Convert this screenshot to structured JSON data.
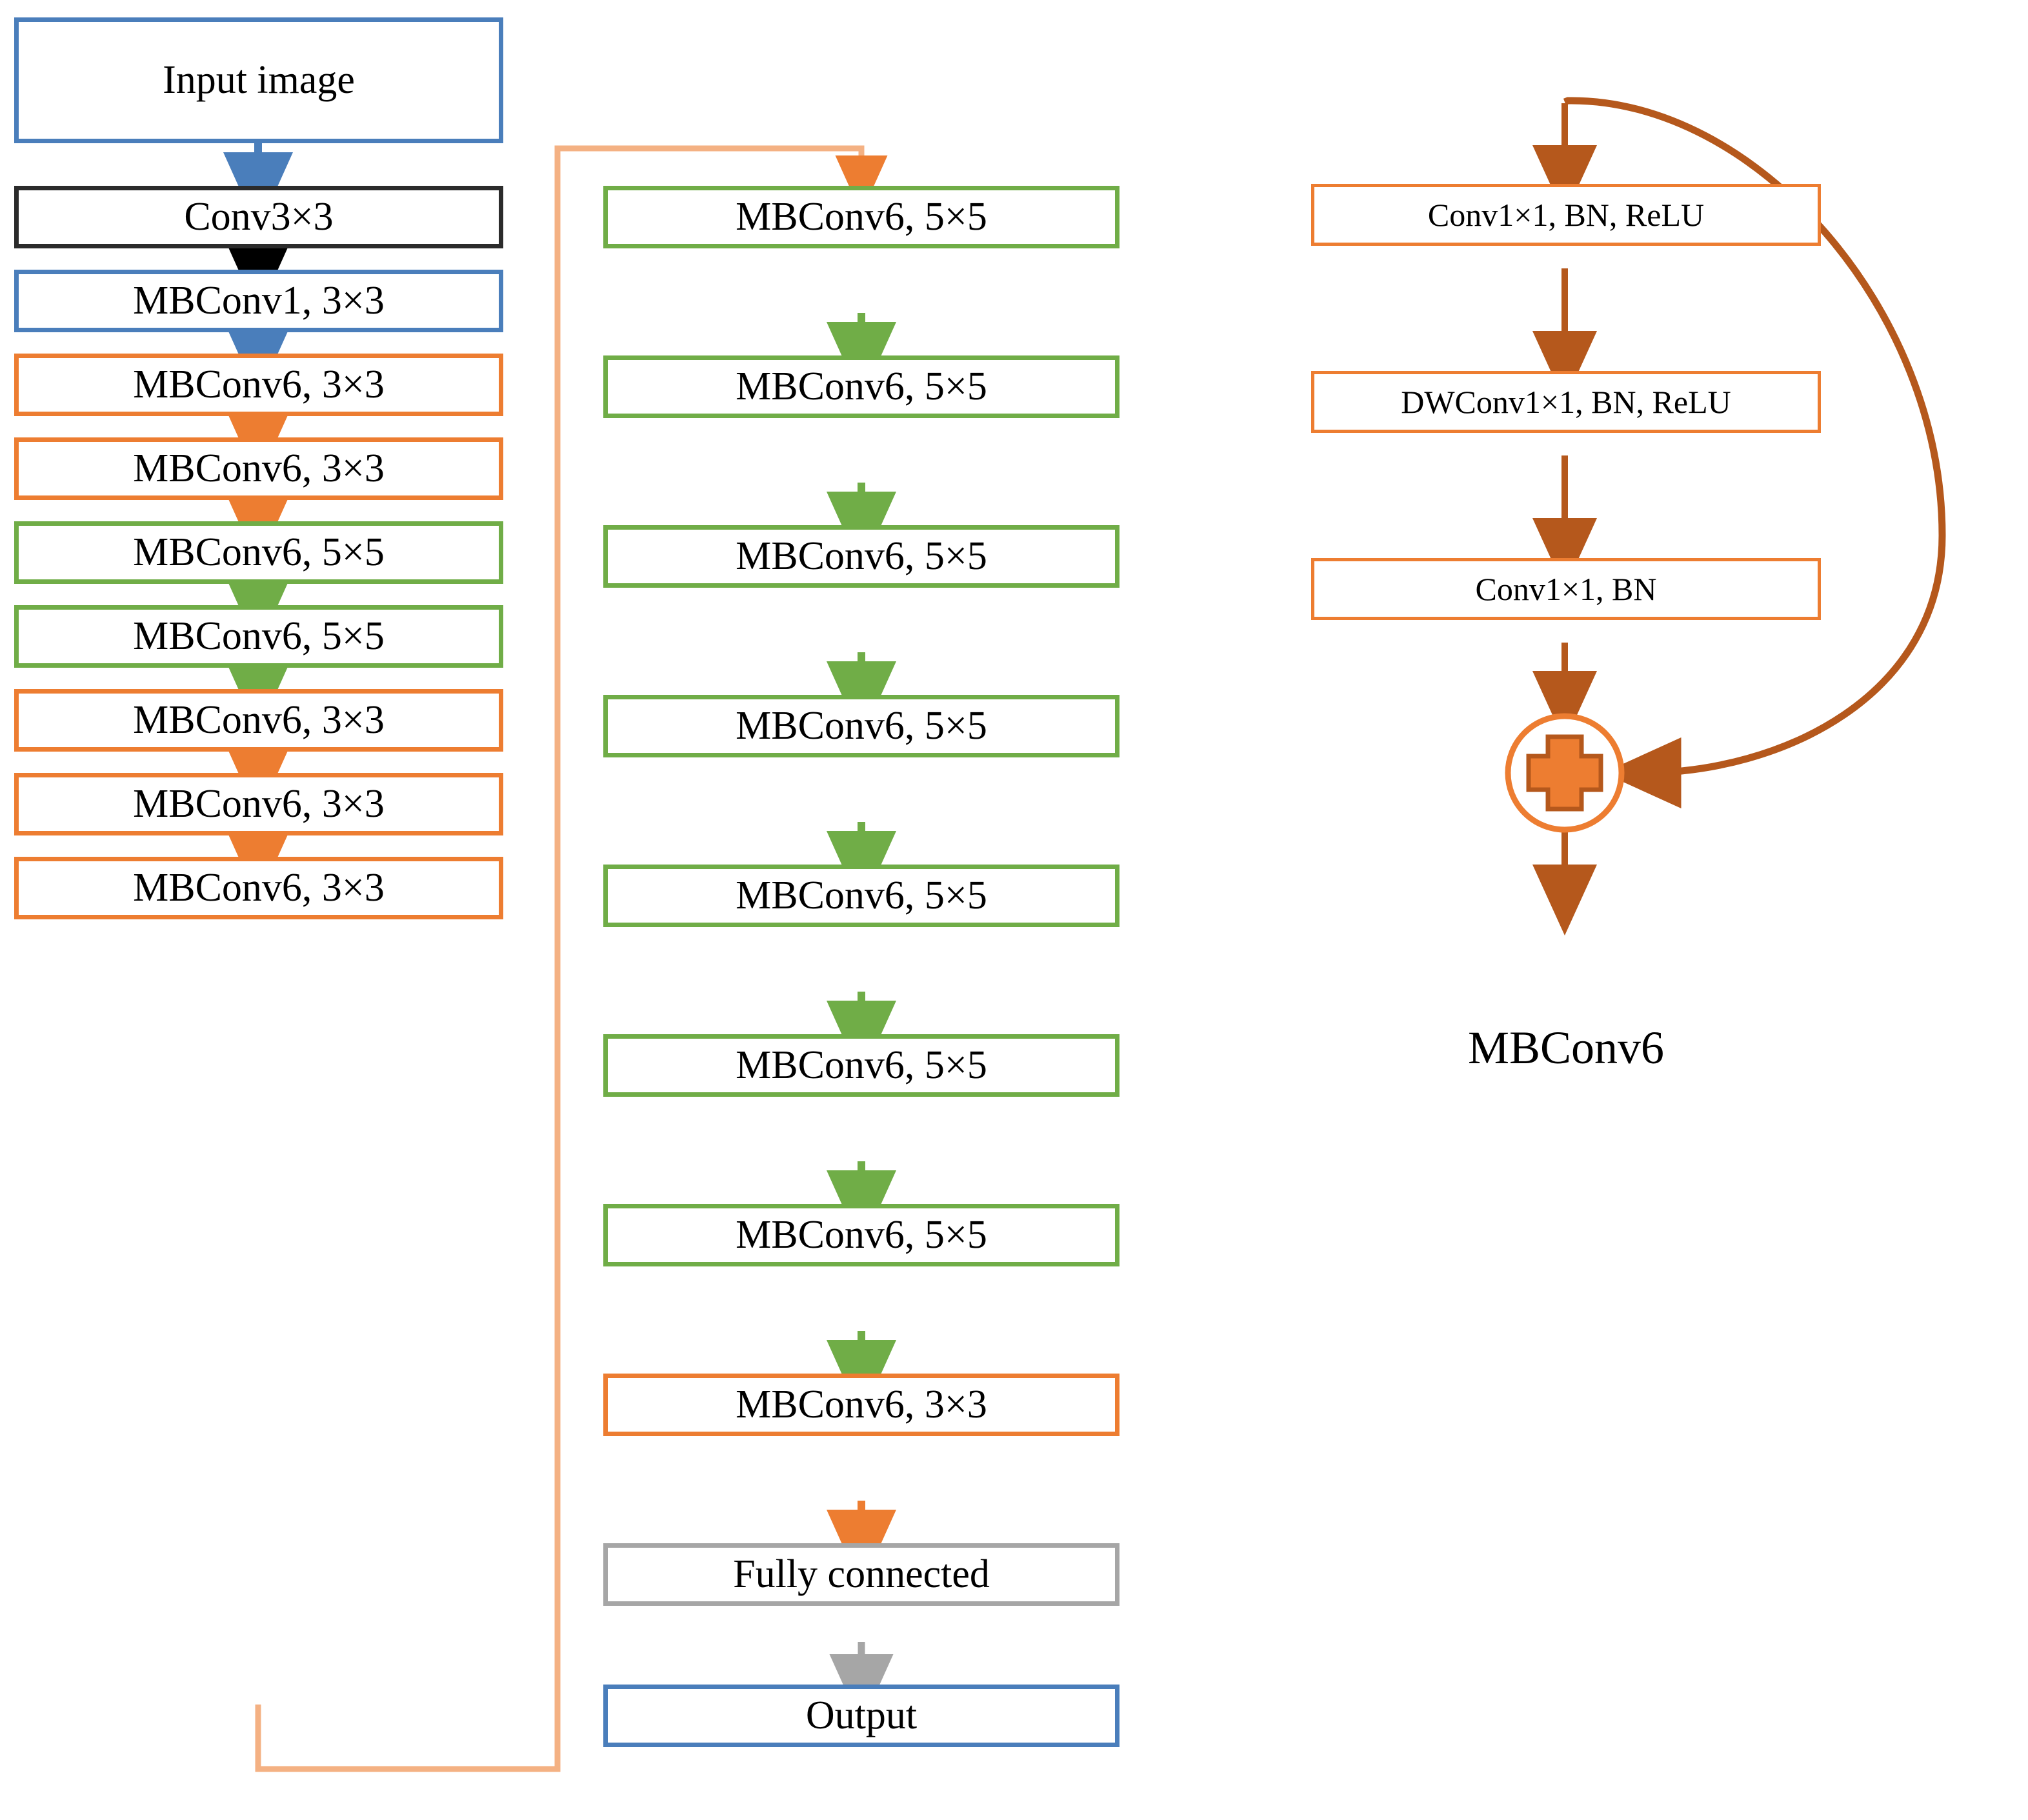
{
  "figure": {
    "type": "neural-network-architecture-diagram",
    "title_visible": false,
    "colors": {
      "blue": "#4A7EBB",
      "black": "#2B2B2B",
      "orange": "#ED7D31",
      "orange_light": "#F4B183",
      "green": "#70AD47",
      "gray": "#A6A6A6",
      "brown": "#B5581C",
      "background": "#FFFFFF"
    }
  },
  "left_column": {
    "name": "backbone-stage-1",
    "nodes": [
      {
        "id": "input-image",
        "label": "Input image",
        "border": "blue"
      },
      {
        "id": "conv3x3",
        "label": "Conv3×3",
        "border": "black"
      },
      {
        "id": "mbconv1-3x3",
        "label": "MBConv1, 3×3",
        "border": "blue"
      },
      {
        "id": "mbconv6-3x3-a",
        "label": "MBConv6, 3×3",
        "border": "orange"
      },
      {
        "id": "mbconv6-3x3-b",
        "label": "MBConv6, 3×3",
        "border": "orange"
      },
      {
        "id": "mbconv6-5x5-a",
        "label": "MBConv6, 5×5",
        "border": "green"
      },
      {
        "id": "mbconv6-5x5-b",
        "label": "MBConv6, 5×5",
        "border": "green"
      },
      {
        "id": "mbconv6-3x3-c",
        "label": "MBConv6, 3×3",
        "border": "orange"
      },
      {
        "id": "mbconv6-3x3-d",
        "label": "MBConv6, 3×3",
        "border": "orange"
      },
      {
        "id": "mbconv6-3x3-e",
        "label": "MBConv6, 3×3",
        "border": "orange"
      }
    ],
    "arrow_colors": [
      "blue",
      "black",
      "blue",
      "orange",
      "orange",
      "green",
      "green",
      "orange",
      "orange"
    ]
  },
  "middle_column": {
    "name": "backbone-stage-2",
    "nodes": [
      {
        "id": "mbconv6-5x5-c",
        "label": "MBConv6, 5×5",
        "border": "green"
      },
      {
        "id": "mbconv6-5x5-d",
        "label": "MBConv6, 5×5",
        "border": "green"
      },
      {
        "id": "mbconv6-5x5-e",
        "label": "MBConv6, 5×5",
        "border": "green"
      },
      {
        "id": "mbconv6-5x5-f",
        "label": "MBConv6, 5×5",
        "border": "green"
      },
      {
        "id": "mbconv6-5x5-g",
        "label": "MBConv6, 5×5",
        "border": "green"
      },
      {
        "id": "mbconv6-5x5-h",
        "label": "MBConv6, 5×5",
        "border": "green"
      },
      {
        "id": "mbconv6-5x5-i",
        "label": "MBConv6, 5×5",
        "border": "green"
      },
      {
        "id": "mbconv6-3x3-f",
        "label": "MBConv6, 3×3",
        "border": "orange"
      },
      {
        "id": "fully-connected",
        "label": "Fully connected",
        "border": "gray"
      },
      {
        "id": "output",
        "label": "Output",
        "border": "blue"
      }
    ],
    "arrow_colors": [
      "green",
      "green",
      "green",
      "green",
      "green",
      "green",
      "green",
      "orange",
      "gray"
    ]
  },
  "connector": {
    "name": "column-link",
    "from": "mbconv6-3x3-e",
    "to": "mbconv6-5x5-c",
    "color": "orange_light"
  },
  "right_panel": {
    "name": "mbconv6-detail",
    "caption": "MBConv6",
    "nodes": [
      {
        "id": "conv1x1-bn-relu",
        "label": "Conv1×1, BN, ReLU",
        "border": "orange"
      },
      {
        "id": "dwconv1x1-bn-relu",
        "label": "DWConv1×1, BN, ReLU",
        "border": "orange"
      },
      {
        "id": "conv1x1-bn",
        "label": "Conv1×1, BN",
        "border": "orange"
      }
    ],
    "add_node": {
      "id": "residual-add",
      "symbol": "+",
      "shape": "circle"
    },
    "skip_connection": {
      "name": "residual-skip-arrow",
      "from": "input-tap",
      "to": "residual-add"
    }
  }
}
